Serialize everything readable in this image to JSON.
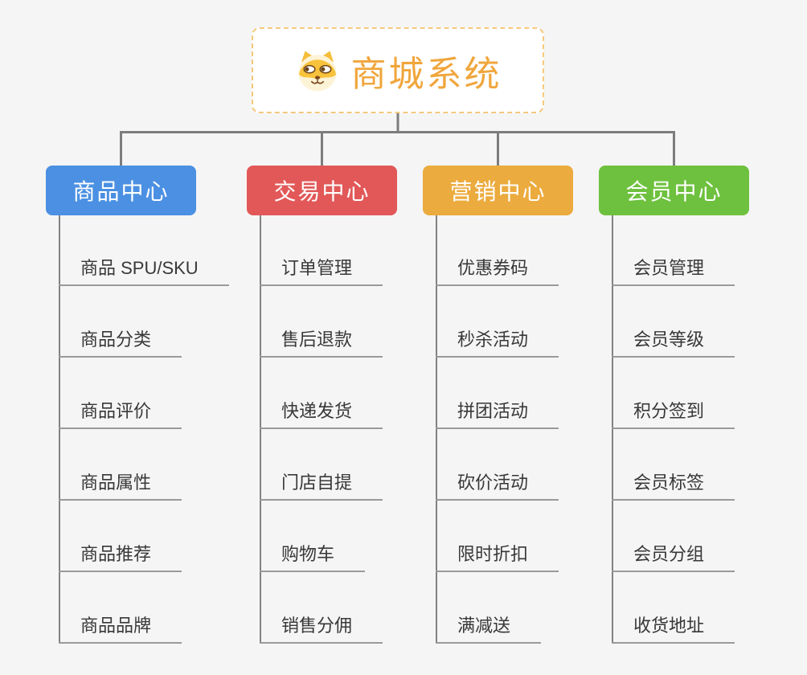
{
  "root": {
    "title": "商城系统",
    "icon": "dog-face-icon",
    "title_color": "#f0a63c",
    "border_color": "#f5c97d"
  },
  "connector_color": "#7d7d7d",
  "branches": [
    {
      "label": "商品中心",
      "color": "#4b90e2",
      "children": [
        "商品 SPU/SKU",
        "商品分类",
        "商品评价",
        "商品属性",
        "商品推荐",
        "商品品牌"
      ]
    },
    {
      "label": "交易中心",
      "color": "#e25858",
      "children": [
        "订单管理",
        "售后退款",
        "快递发货",
        "门店自提",
        "购物车",
        "销售分佣"
      ]
    },
    {
      "label": "营销中心",
      "color": "#ecab3e",
      "children": [
        "优惠券码",
        "秒杀活动",
        "拼团活动",
        "砍价活动",
        "限时折扣",
        "满减送"
      ]
    },
    {
      "label": "会员中心",
      "color": "#6ec13e",
      "children": [
        "会员管理",
        "会员等级",
        "积分签到",
        "会员标签",
        "会员分组",
        "收货地址"
      ]
    }
  ]
}
